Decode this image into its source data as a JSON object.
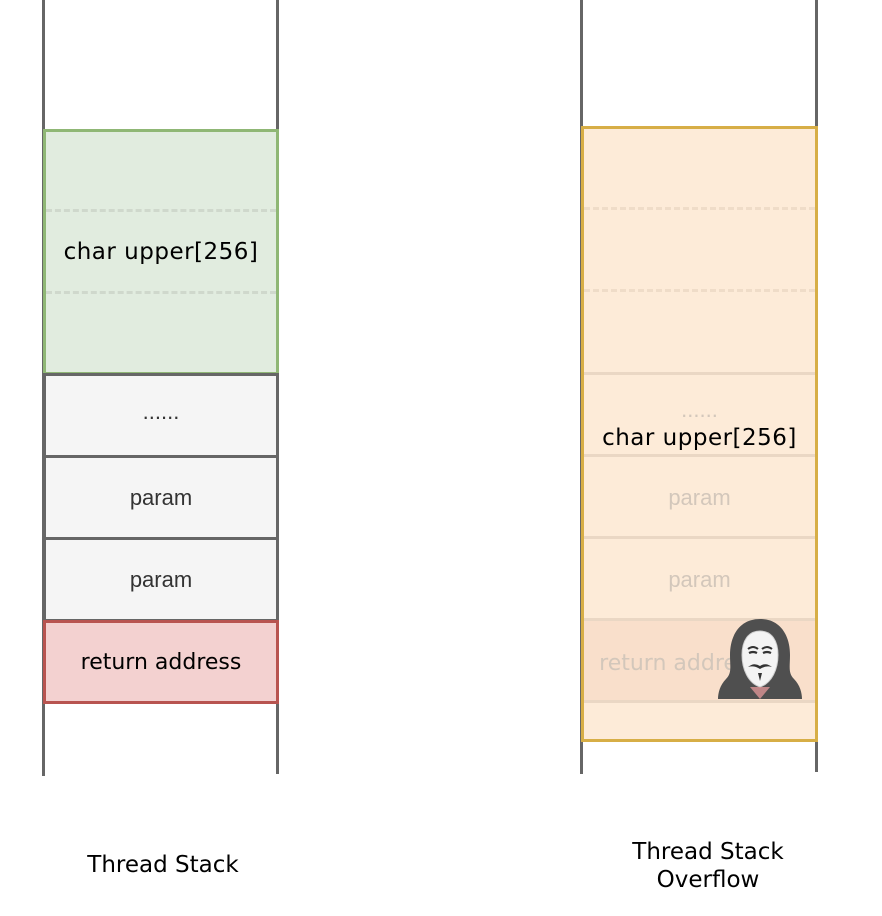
{
  "left_stack": {
    "buffer_label": "char upper[256]",
    "cells": [
      {
        "label": "......"
      },
      {
        "label": "param"
      },
      {
        "label": "param"
      }
    ],
    "return_label": "return address",
    "caption": "Thread Stack"
  },
  "right_stack": {
    "faded_cells": [
      {
        "label": "......"
      },
      {
        "label": "param"
      },
      {
        "label": "param"
      },
      {
        "label": "return address"
      }
    ],
    "overflow_label": "char upper[256]",
    "attacker_icon": "anonymous-hacker-icon",
    "caption_line1": "Thread Stack",
    "caption_line2": "Overflow"
  },
  "colors": {
    "buffer_fill": "#e1ecdf",
    "buffer_border": "#8fb775",
    "return_fill": "#f3d1d0",
    "return_border": "#b85450",
    "overflow_fill": "#fdebd8",
    "overflow_border": "#d7ae46",
    "rail": "#666666"
  }
}
